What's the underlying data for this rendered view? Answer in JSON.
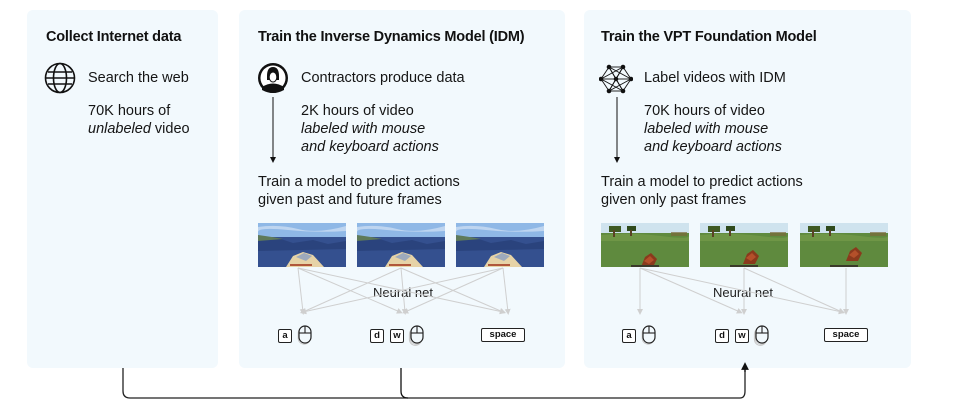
{
  "panels": [
    {
      "title": "Collect Internet data",
      "icon": "globe-icon",
      "step_label": "Search the web",
      "detail_line1": "70K hours of",
      "detail_italic": "unlabeled",
      "detail_tail": " video"
    },
    {
      "title": "Train the Inverse Dynamics Model (IDM)",
      "icon": "person-icon",
      "step_label": "Contractors produce data",
      "detail_line1": "2K hours of video",
      "detail_line2": "labeled with mouse",
      "detail_line3": "and keyboard actions",
      "task_line1": "Train a model to predict actions",
      "task_line2": "given past and future frames",
      "network_label": "Neural net",
      "frames_scene": "ocean",
      "actions": [
        {
          "keys": [
            "a"
          ],
          "mouse": true
        },
        {
          "keys": [
            "d",
            "w"
          ],
          "mouse": true
        },
        {
          "keys": [
            "space"
          ],
          "mouse": false
        }
      ]
    },
    {
      "title": "Train the VPT Foundation Model",
      "icon": "neural-network-icon",
      "step_label": "Label videos with IDM",
      "detail_line1": "70K hours of video",
      "detail_line2": "labeled with mouse",
      "detail_line3": "and keyboard actions",
      "task_line1": "Train a model to predict actions",
      "task_line2": "given only past frames",
      "network_label": "Neural net",
      "frames_scene": "grassland",
      "actions": [
        {
          "keys": [
            "a"
          ],
          "mouse": true
        },
        {
          "keys": [
            "d",
            "w"
          ],
          "mouse": true
        },
        {
          "keys": [
            "space"
          ],
          "mouse": false
        }
      ]
    }
  ],
  "colors": {
    "panel_bg": "#f2f9fd",
    "connector": "#111111",
    "net_lines": "#c8c8c8"
  }
}
